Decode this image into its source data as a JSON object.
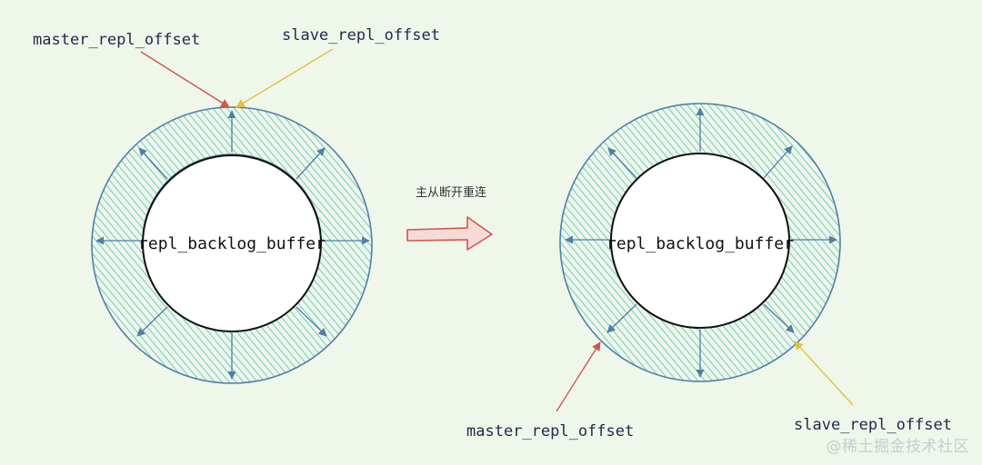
{
  "diagram": {
    "transition_label": "主从断开重连",
    "left_ring": {
      "buffer_label": "repl_backlog_buffer",
      "master_label": "master_repl_offset",
      "slave_label": "slave_repl_offset"
    },
    "right_ring": {
      "buffer_label": "repl_backlog_buffer",
      "master_label": "master_repl_offset",
      "slave_label": "slave_repl_offset"
    }
  },
  "watermark": "@稀土掘金技术社区",
  "colors": {
    "background": "#eef7ea",
    "ring_hatch": "#7ecdc2",
    "ring_stroke": "#4f7fa8",
    "master_pointer": "#d0574f",
    "slave_pointer": "#e3c140",
    "transition_arrow": "#d0574f"
  }
}
